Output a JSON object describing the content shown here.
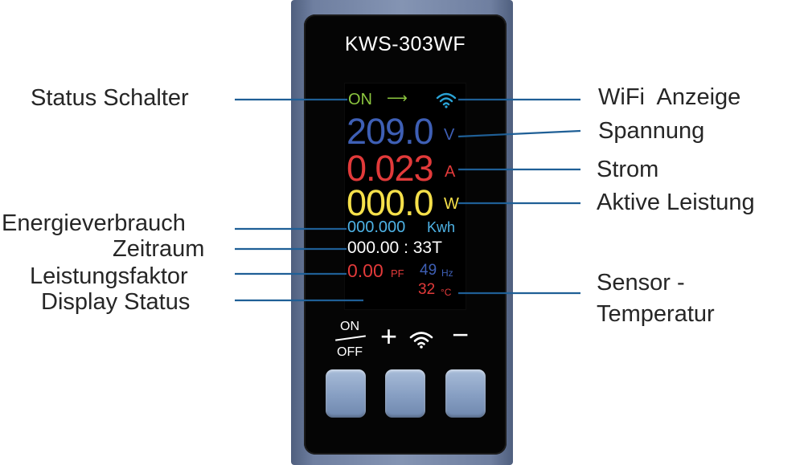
{
  "device": {
    "model": "KWS-303WF"
  },
  "display": {
    "status": "ON",
    "arrow": "⟶",
    "voltage": "209.0",
    "voltage_unit": "V",
    "current": "0.023",
    "current_unit": "A",
    "power": "000.0",
    "power_unit": "W",
    "energy": "000.000",
    "energy_unit": "Kwh",
    "time": "000.00 : 33T",
    "power_factor": "0.00",
    "power_factor_unit": "PF",
    "frequency": "49",
    "frequency_unit": "Hz",
    "temperature": "32",
    "temperature_unit": "°C"
  },
  "buttons": {
    "on_label": "ON",
    "off_label": "OFF",
    "plus": "+",
    "minus": "−"
  },
  "labels": {
    "status_switch": "Status Schalter",
    "energy": "Energieverbrauch",
    "period": "Zeitraum",
    "power_factor": "Leistungsfaktor",
    "display_status": "Display Status",
    "wifi": "WiFi  Anzeige",
    "voltage": "Spannung",
    "current": "Strom",
    "active_power": "Aktive Leistung",
    "sensor_line1": "Sensor -",
    "sensor_line2": "Temperatur"
  },
  "colors": {
    "leader_line": "#1f5f96",
    "screen_green": "#8cc63f",
    "screen_blue": "#3e5fb5",
    "screen_red": "#e23a3a",
    "screen_yellow": "#f5e04a",
    "screen_cyan": "#4eb3e6",
    "wifi_icon": "#2aa3d6"
  },
  "icons": [
    "wifi-icon",
    "arrow-icon"
  ]
}
